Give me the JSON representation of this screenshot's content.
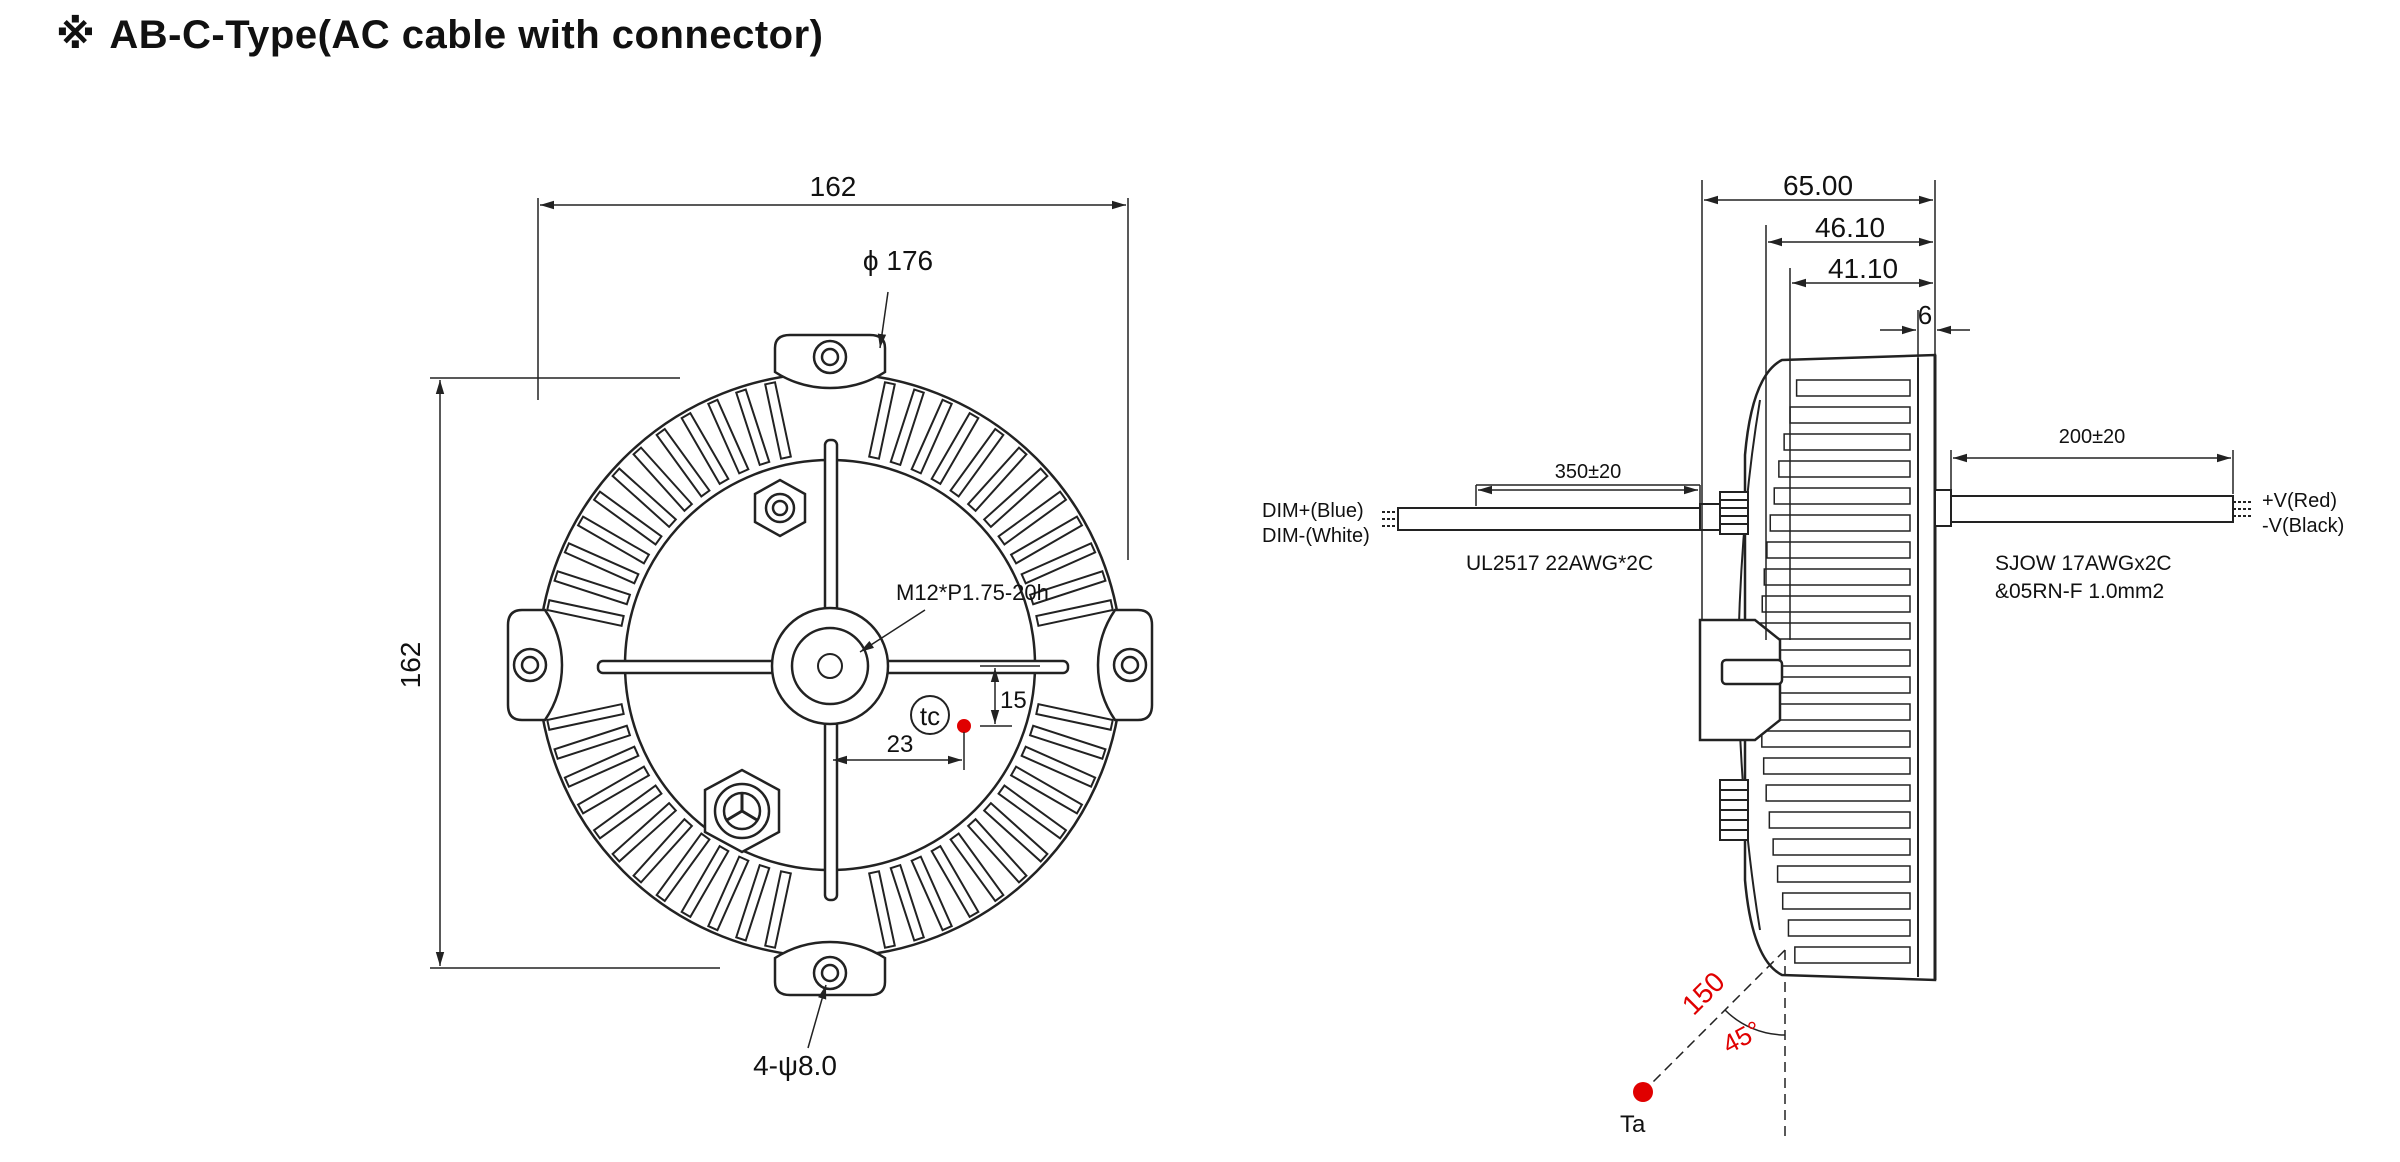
{
  "title": {
    "mark": "※",
    "text": "AB-C-Type(AC cable with connector)"
  },
  "front_view": {
    "width_dim": "162",
    "height_dim": "162",
    "diameter_dim": "ϕ 176",
    "thread_label": "M12*P1.75-20h",
    "tc_label": "tc",
    "tc_x_dim": "23",
    "tc_y_dim": "15",
    "hole_label": "4-ψ8.0"
  },
  "side_view": {
    "dim_total": "65.00",
    "dim_mid": "46.10",
    "dim_inner": "41.10",
    "dim_small": "6",
    "left_cable_length": "350±20",
    "dim_plus_label": "DIM+(Blue)",
    "dim_minus_label": "DIM-(White)",
    "left_cable_spec": "UL2517 22AWG*2C",
    "right_cable_length": "200±20",
    "vplus_label": "+V(Red)",
    "vminus_label": "-V(Black)",
    "right_cable_spec_1": "SJOW 17AWGx2C",
    "right_cable_spec_2": "&05RN-F 1.0mm2",
    "ta_distance": "150",
    "ta_angle": "45°",
    "ta_label": "Ta"
  },
  "colors": {
    "line": "#222222",
    "accent_red": "#e00000"
  }
}
